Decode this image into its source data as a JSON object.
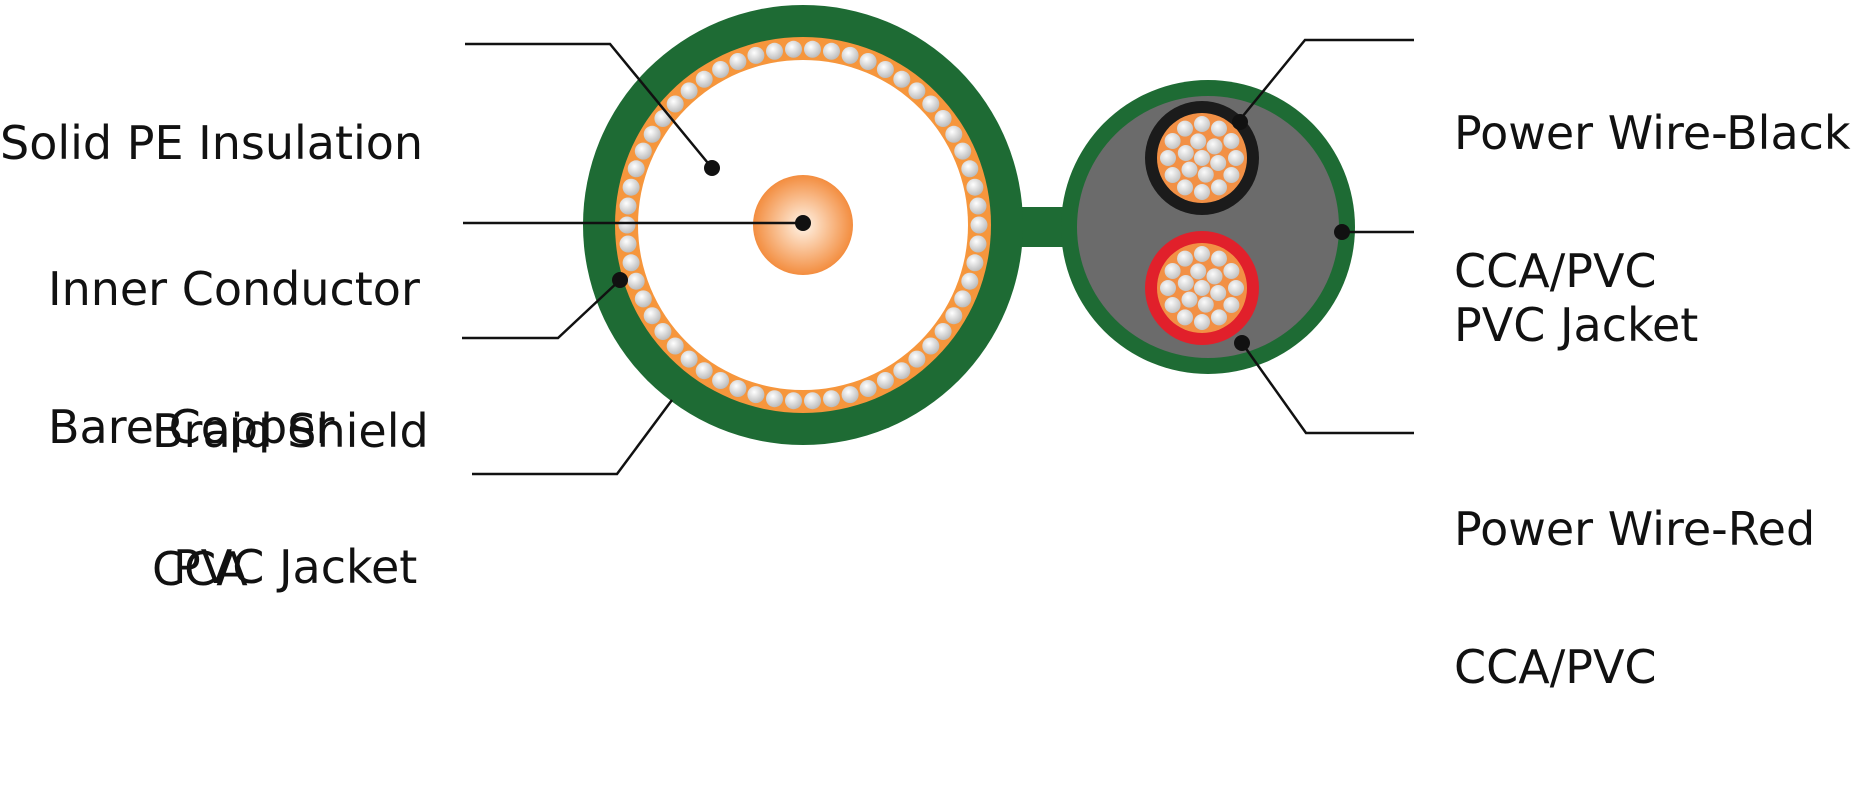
{
  "colors": {
    "jacket_green": "#1e6b34",
    "braid_orange": "#f6963c",
    "copper_gradient_inner": "#fff4e8",
    "copper_gradient_outer": "#f38d3f",
    "power_fill_gray": "#6b6b6b",
    "black_wire_jacket": "#1b1b1b",
    "red_wire_jacket": "#e1202b",
    "strand_fill": "#d9d9d9",
    "leader_line": "#111111"
  },
  "labels": {
    "solid_pe": {
      "line1": "Solid PE Insulation"
    },
    "inner_conductor": {
      "line1": "Inner Conductor",
      "line2": "Bare Copper"
    },
    "braid_shield": {
      "line1": "Braid Shield",
      "line2": "CCA"
    },
    "pvc_left": {
      "line1": "PVC Jacket"
    },
    "power_black": {
      "line1": "Power Wire-Black",
      "line2": "CCA/PVC"
    },
    "pvc_right": {
      "line1": "PVC Jacket"
    },
    "power_red": {
      "line1": "Power Wire-Red",
      "line2": "CCA/PVC"
    }
  },
  "components": {
    "coax": [
      "pvc-jacket",
      "braid-shield",
      "solid-pe-insulation",
      "inner-conductor"
    ],
    "power": [
      "pvc-jacket",
      "power-wire-black",
      "power-wire-red"
    ]
  }
}
